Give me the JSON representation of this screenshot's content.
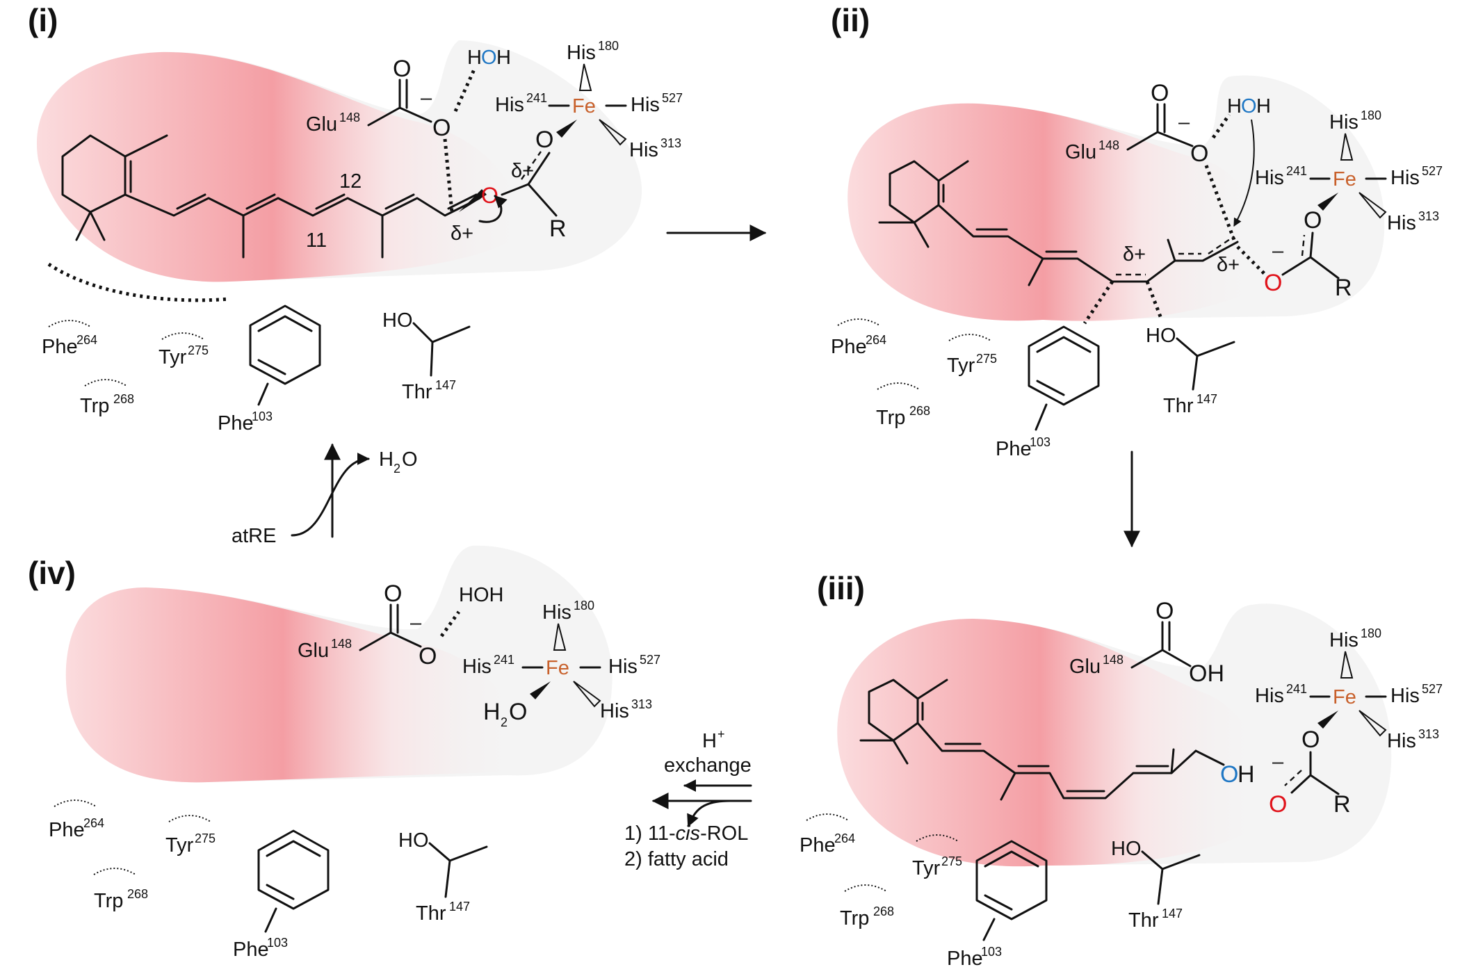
{
  "panels": {
    "i": "(i)",
    "ii": "(ii)",
    "iii": "(iii)",
    "iv": "(iv)"
  },
  "residues": {
    "glu": "Glu",
    "glu_n": "148",
    "his180": "His",
    "his180_n": "180",
    "his241": "His",
    "his241_n": "241",
    "his527": "His",
    "his527_n": "527",
    "his313": "His",
    "his313_n": "313",
    "phe264": "Phe",
    "phe264_n": "264",
    "tyr275": "Tyr",
    "tyr275_n": "275",
    "trp268": "Trp",
    "trp268_n": "268",
    "phe103": "Phe",
    "phe103_n": "103",
    "thr147": "Thr",
    "thr147_n": "147"
  },
  "atoms": {
    "fe": "Fe",
    "o": "O",
    "h": "H",
    "r": "R",
    "ho": "HO",
    "oh": "OH",
    "hoh": "HOH",
    "minus": "–",
    "delta_plus": "δ+",
    "h2o_h": "H",
    "h2o_2": "2",
    "h2o_o": "O",
    "c11": "11",
    "c12": "12"
  },
  "steps": {
    "atre": "atRE",
    "h2o_release": "H",
    "h2o_sub": "2",
    "h2o_o": "O",
    "h_plus": "H",
    "h_plus_sup": "+",
    "exchange": "exchange",
    "product1_a": "1) 11-",
    "product1_b": "cis",
    "product1_c": "-ROL",
    "product2": "2) fatty acid"
  },
  "colors": {
    "oxygen_red": "#e0121a",
    "water_blue": "#1f77c4",
    "iron_orange": "#c8602b",
    "pocket_pink": "#f4a3a8",
    "pocket_grey": "#ededed"
  }
}
